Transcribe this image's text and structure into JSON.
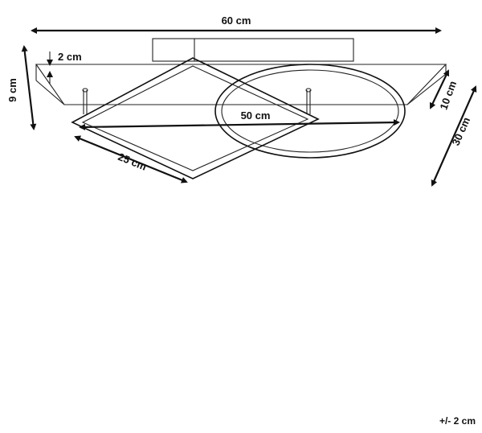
{
  "dimensions": {
    "total_width": "60 cm",
    "plate_thickness": "2 cm",
    "total_height": "9 cm",
    "diagonal_length": "50 cm",
    "square_side": "25 cm",
    "plate_depth": "10 cm",
    "ring_diameter": "30 cm"
  },
  "tolerance": "+/- 2 cm"
}
